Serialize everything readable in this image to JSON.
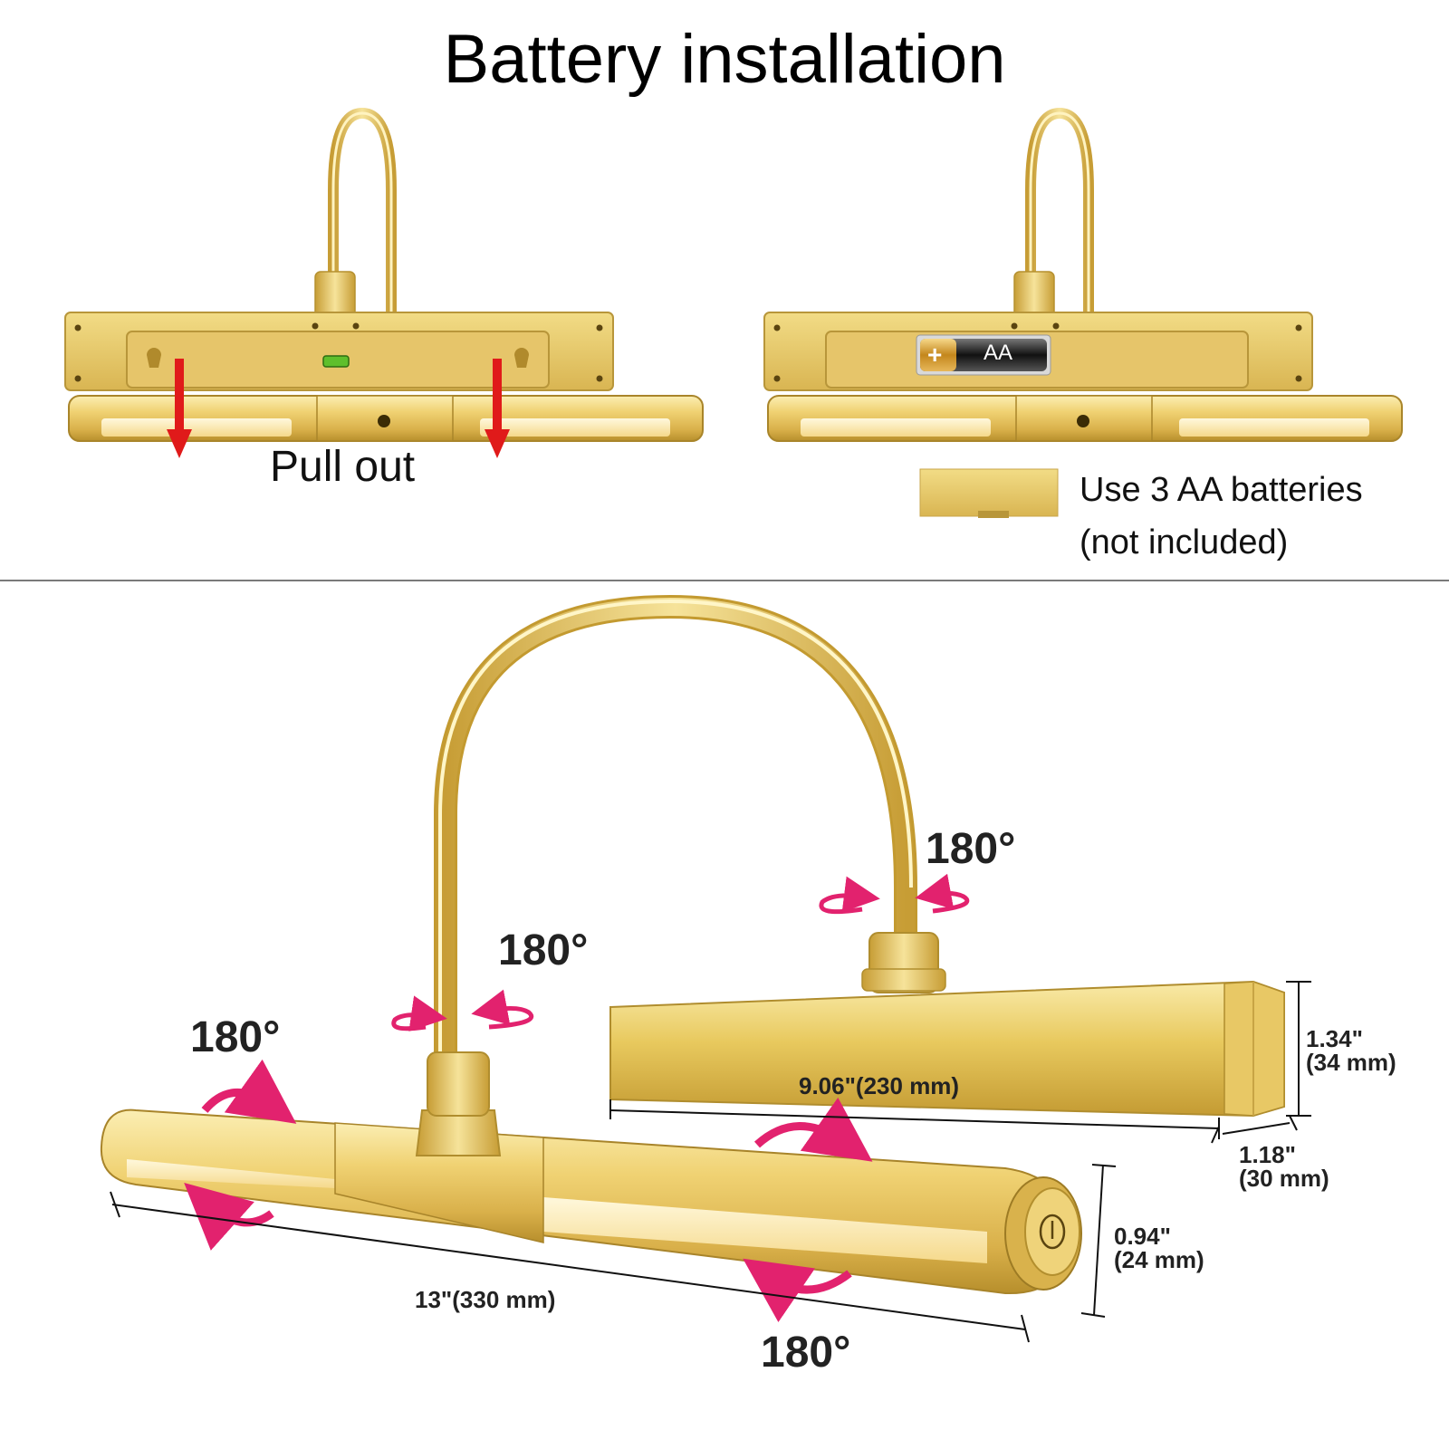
{
  "title": "Battery installation",
  "step1": {
    "label": "Pull out"
  },
  "step2": {
    "battery_label": "AA",
    "battery_plus": "+",
    "note_line1": "Use 3 AA batteries",
    "note_line2": "(not included)"
  },
  "rotations": {
    "arm_top": "180°",
    "arm_base": "180°",
    "bar_left": "180°",
    "bar_bottom": "180°"
  },
  "dimensions": {
    "base_width": "9.06\"(230 mm)",
    "base_height_in": "1.34\"",
    "base_height_mm": "(34 mm)",
    "base_depth_in": "1.18\"",
    "base_depth_mm": "(30 mm)",
    "bar_length": "13\"(330 mm)",
    "bar_diameter_in": "0.94\"",
    "bar_diameter_mm": "(24 mm)"
  },
  "colors": {
    "gold": "#e4c45c",
    "gold_light": "#f7e59a",
    "gold_dark": "#b3902a",
    "arrow_red": "#e01a1a",
    "rotate_pink": "#e2226e"
  },
  "icons": [
    "pull-down-arrow-icon",
    "rotate-arrow-icon",
    "power-button-icon",
    "spirit-level-icon"
  ]
}
